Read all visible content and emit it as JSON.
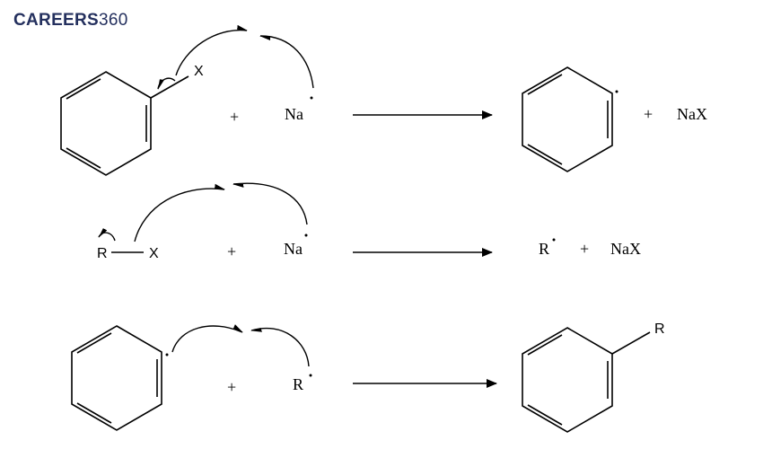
{
  "brand": {
    "logo_bold": "CAREERS",
    "logo_light": "360"
  },
  "reactions": [
    {
      "reactant1_substituent": "X",
      "plus1": "+",
      "reagent": "Na",
      "product": "",
      "plus2": "+",
      "byproduct": "NaX"
    },
    {
      "reactant1_left": "R",
      "reactant1_right": "X",
      "plus1": "+",
      "reagent": "Na",
      "product": "R",
      "plus2": "+",
      "byproduct": "NaX"
    },
    {
      "plus1": "+",
      "reagent": "R",
      "product_substituent": "R"
    }
  ]
}
